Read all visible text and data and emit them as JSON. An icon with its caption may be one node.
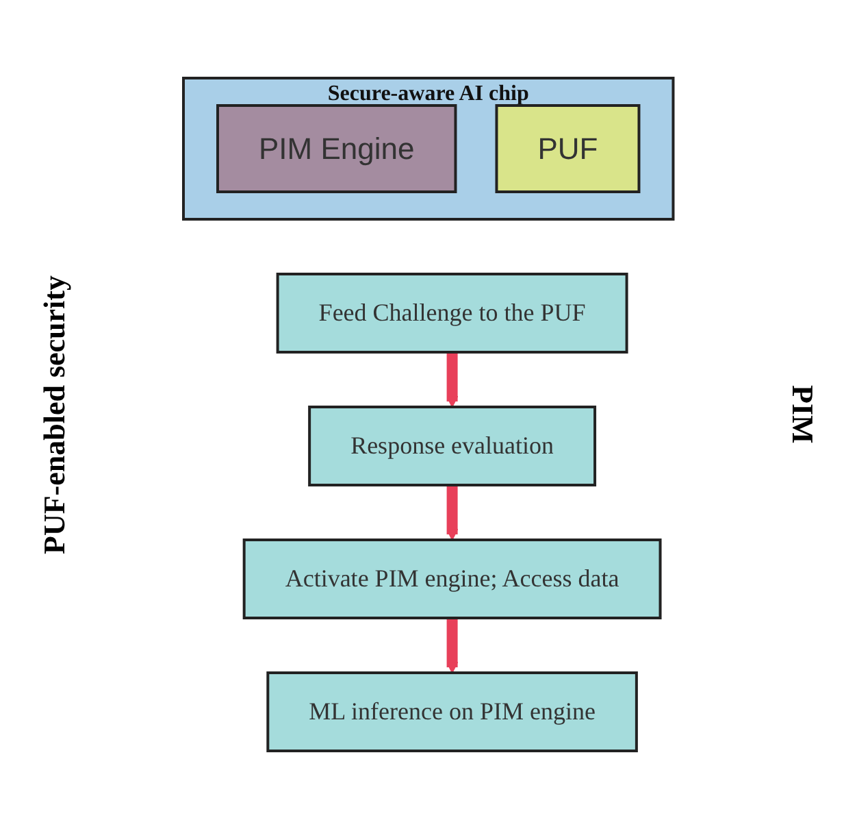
{
  "diagram": {
    "nodes": [
      {
        "text": [
          "Secure-aware AI chip"
        ]
      },
      {
        "text": [
          "PIM Engine"
        ],
        "in": 0
      },
      {
        "text": [
          "PUF"
        ],
        "in": 0
      },
      {
        "text": [
          "Feed Challenge to the PUF"
        ]
      },
      {
        "text": [
          "Response evaluation"
        ]
      },
      {
        "text": [
          "Activate PIM engine; Access data"
        ]
      },
      {
        "text": [
          "ML inference on PIM engine"
        ]
      }
    ],
    "edges": [
      {
        "from": 3,
        "to": 4,
        "arrow": "to"
      },
      {
        "from": 4,
        "to": 5,
        "arrow": "to"
      },
      {
        "from": 5,
        "to": 6,
        "arrow": "to"
      }
    ],
    "labels": [
      "PUF-enabled security",
      "PIM"
    ]
  }
}
